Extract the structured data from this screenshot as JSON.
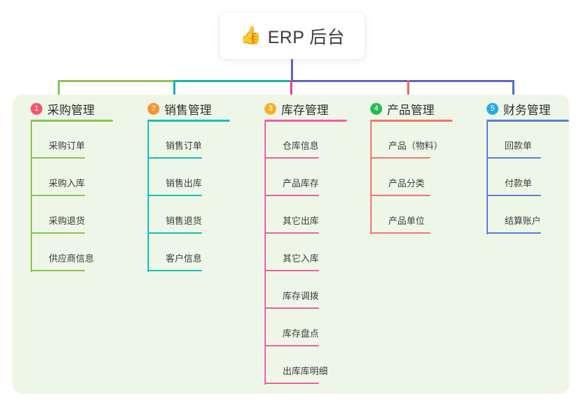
{
  "root": {
    "icon": "thumbs-up-icon",
    "emoji": "👍",
    "title": "ERP 后台"
  },
  "palette": {
    "panel_background": "#eef7e7",
    "page_background": "#ffffff",
    "root_stem": "#5b63c4",
    "text": "#3c3c3c"
  },
  "connectors": {
    "segments": [
      {
        "name": "root-to-col2",
        "color": "#8cc152"
      },
      {
        "name": "col2-to-col3",
        "color": "#13b5a6"
      },
      {
        "name": "col3-to-col5",
        "color": "#5b63c4"
      }
    ]
  },
  "columns": [
    {
      "number": "1",
      "title": "采购管理",
      "badge_color": "#f4536b",
      "line_color": "#8cc152",
      "rule_width": 118,
      "leaf_rule_width": 78,
      "items": [
        "采购订单",
        "采购入库",
        "采购退货",
        "供应商信息"
      ]
    },
    {
      "number": "2",
      "title": "销售管理",
      "badge_color": "#f79331",
      "line_color": "#16bfae",
      "rule_width": 118,
      "leaf_rule_width": 78,
      "items": [
        "销售订单",
        "销售出库",
        "销售退货",
        "客户信息"
      ]
    },
    {
      "number": "3",
      "title": "库存管理",
      "badge_color": "#f5b324",
      "line_color": "#ee5fa0",
      "rule_width": 118,
      "leaf_rule_width": 78,
      "items": [
        "仓库信息",
        "产品库存",
        "其它出库",
        "其它入库",
        "库存调拨",
        "库存盘点",
        "出库库明细"
      ]
    },
    {
      "number": "4",
      "title": "产品管理",
      "badge_color": "#2bb851",
      "line_color": "#f4736c",
      "rule_width": 118,
      "leaf_rule_width": 86,
      "items": [
        "产品（物料）",
        "产品分类",
        "产品单位"
      ]
    },
    {
      "number": "5",
      "title": "财务管理",
      "badge_color": "#29aae3",
      "line_color": "#5a7ddb",
      "rule_width": 118,
      "leaf_rule_width": 78,
      "items": [
        "回款单",
        "付款单",
        "结算账户"
      ]
    }
  ]
}
